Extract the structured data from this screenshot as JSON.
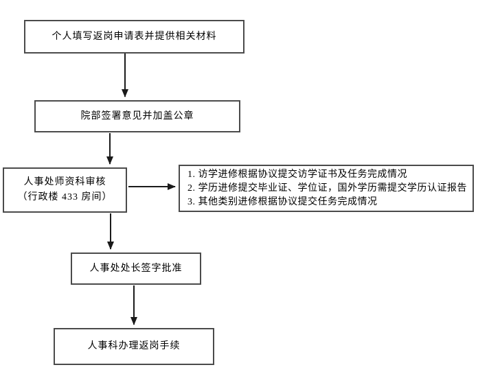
{
  "flowchart": {
    "description": "返岗审批流程图",
    "steps": {
      "step1": "个人填写返岗申请表并提供相关材料",
      "step2": "院部签署意见并加盖公章",
      "step3_line1": "人事处师资科审核",
      "step3_line2": "（行政楼 433 房间）",
      "step4": "人事处处长签字批准",
      "step5": "人事科办理返岗手续"
    },
    "requirements": {
      "item1": "1. 访学进修根据协议提交访学证书及任务完成情况",
      "item2": "2. 学历进修提交毕业证、学位证，国外学历需提交学历认证报告",
      "item3": "3. 其他类别进修根据协议提交任务完成情况"
    },
    "colors": {
      "box_border": "#4a4a4a",
      "arrow": "#1a1a1a",
      "text": "#000000",
      "background": "#ffffff"
    }
  }
}
